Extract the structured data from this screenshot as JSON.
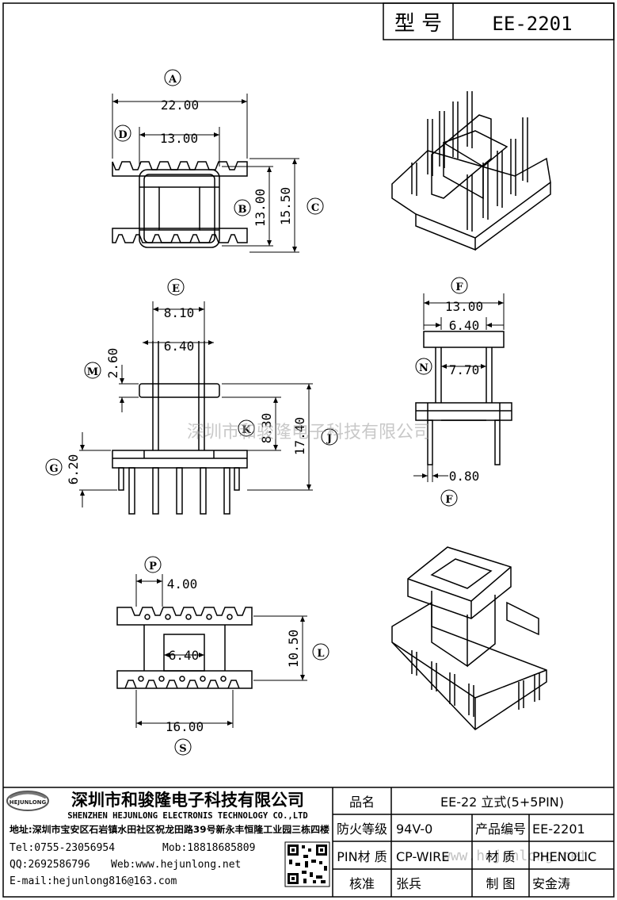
{
  "header": {
    "model_label": "型 号",
    "model_value": "EE-2201"
  },
  "views": {
    "top": {
      "letter_a": "A",
      "dim_a": "22.00",
      "letter_d": "D",
      "dim_d": "13.00",
      "letter_b": "B",
      "dim_b": "13.00",
      "letter_c": "C",
      "dim_c": "15.50"
    },
    "front": {
      "letter_e": "E",
      "dim_e": "8.10",
      "dim_e2": "6.40",
      "letter_m": "M",
      "dim_m": "2.60",
      "letter_k": "K",
      "dim_k": "8.30",
      "letter_j": "J",
      "dim_j": "17.40",
      "letter_g": "G",
      "dim_g": "6.20"
    },
    "side": {
      "letter_f": "F",
      "dim_f": "13.00",
      "dim_f2": "6.40",
      "letter_n": "N",
      "dim_n": "7.70",
      "dim_pin": "0.80",
      "letter_f2": "F"
    },
    "bottom": {
      "letter_p": "P",
      "dim_p": "4.00",
      "dim_core": "6.40",
      "dim_l": "10.50",
      "letter_l": "L",
      "dim_s": "16.00",
      "letter_s": "S"
    }
  },
  "watermark": "深圳市和骏隆电子科技有限公司",
  "watermark2": "www.hejunlong.net",
  "footer": {
    "company_cn": "深圳市和骏隆电子科技有限公司",
    "company_en": "SHENZHEN HEJUNLONG ELECTRONIS TECHNOLOGY CO.,LTD",
    "logo_text": "HEJUNLONG",
    "address": "地址:深圳市宝安区石岩镇水田社区祝龙田路39号新永丰恒隆工业园三栋四楼",
    "tel": "Tel:0755-23056954",
    "mob": "Mob:18818685809",
    "qq": "QQ:2692586796",
    "web": "Web:www.hejunlong.net",
    "email": "E-mail:hejunlong816@163.com",
    "table": {
      "name_label": "品名",
      "name_value": "EE-22 立式(5+5PIN)",
      "fire_label": "防火等级",
      "fire_value": "94V-0",
      "code_label": "产品编号",
      "code_value": "EE-2201",
      "pin_label": "PIN材 质",
      "pin_value": "CP-WIRE",
      "mat_label": "材 质",
      "mat_value": "PHENOLIC",
      "check_label": "核准",
      "check_value": "张兵",
      "draw_label": "制 图",
      "draw_value": "安金涛"
    }
  }
}
